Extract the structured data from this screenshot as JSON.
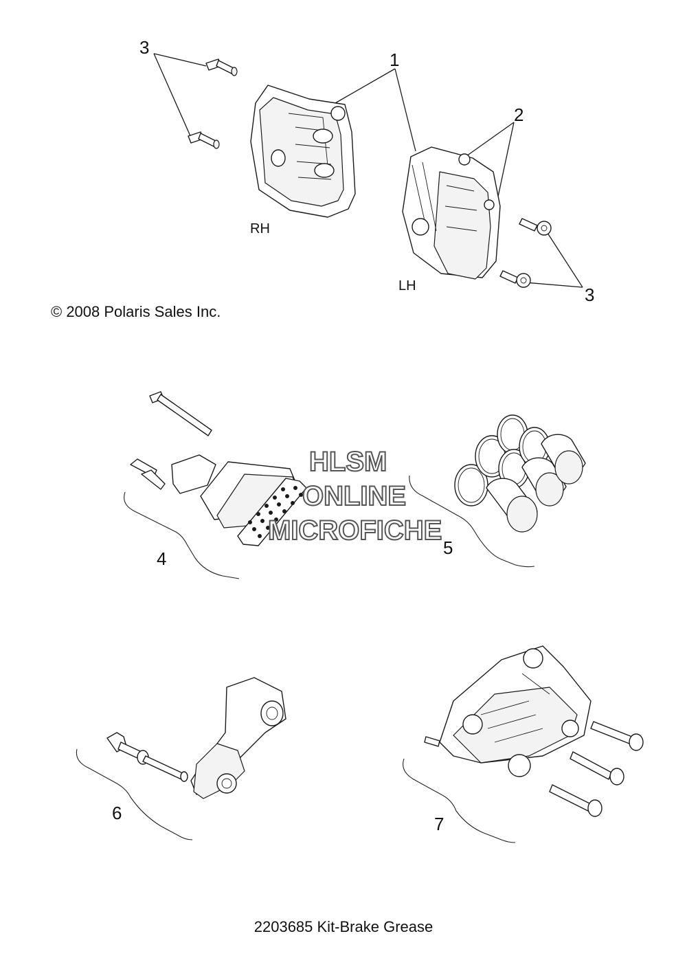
{
  "diagram": {
    "callouts": {
      "c1": "1",
      "c2": "2",
      "c3a": "3",
      "c3b": "3",
      "c4": "4",
      "c5": "5",
      "c6": "6",
      "c7": "7"
    },
    "sides": {
      "rh": "RH",
      "lh": "LH"
    },
    "copyright": "© 2008 Polaris Sales Inc.",
    "footer_note": "2203685 Kit-Brake Grease",
    "watermark": {
      "line1": "HLSM",
      "line2": "ONLINE",
      "line3": "MICROFICHE"
    }
  }
}
